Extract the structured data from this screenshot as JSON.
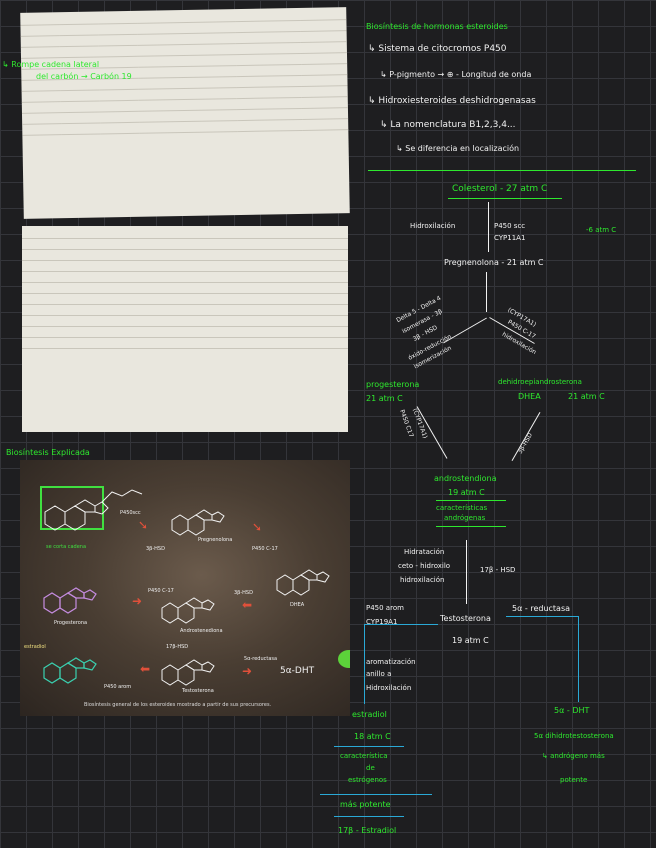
{
  "left_note": {
    "line1": "↳ Rompe cadena lateral",
    "line2": "del carbón → Carbón 19"
  },
  "biosintesis_label": "Biosíntesis Explicada",
  "right_top": {
    "title": "Biosíntesis de hormonas esteroides",
    "item1": "↳ Sistema de citocromos P450",
    "item2": "↳ P-pigmento → ⊕ - Longitud de onda",
    "item3": "↳ Hidroxiesteroides deshidrogenasas",
    "item4": "↳ La nomenclatura B1,2,3,4...",
    "item5": "↳ Se diferencia en localización"
  },
  "flow": {
    "colesterol": "Colesterol - 27 atm C",
    "hidroxilacion": "Hidroxilación",
    "enzyme1_line1": "P450 scc",
    "enzyme1_line2": "CYP11A1",
    "minus6": "-6 atm C",
    "pregnenolona": "Pregnenolona - 21 atm C",
    "left_branch_l1": "Delta 5 - Delta 4",
    "left_branch_l2": "isomerasa - 3β",
    "left_branch_l3": "3β - HSD",
    "left_branch_l4": "óxido-reducción",
    "left_branch_l5": "isomerización",
    "right_branch_l1": "(CYP17A1)",
    "right_branch_l2": "P450 C-17",
    "right_branch_l3": "hidroxilación",
    "progesterona": "progesterona",
    "progesterona_atm": "21 atm C",
    "prog_enzyme_l1": "(CYP17A1)",
    "prog_enzyme_l2": "P450 C17",
    "dhea_name": "dehidroepiandrosterona",
    "dhea": "DHEA",
    "dhea_atm": "21 atm C",
    "dhea_enzyme": "3β-HSD",
    "androstenediona": "androstendiona",
    "andro_atm": "19 atm C",
    "andro_char_l1": "características",
    "andro_char_l2": "andrógenas",
    "hidratacion_l1": "Hidratación",
    "hidratacion_l2": "ceto - hidroxilo",
    "hidratacion_l3": "hidroxilación",
    "hsd17": "17β - HSD",
    "p450arom_l1": "P450 arom",
    "p450arom_l2": "CYP19A1",
    "testosterona": "Testosterona",
    "testo_atm": "19 atm C",
    "reductasa": "5α - reductasa",
    "arom_l1": "aromatización",
    "arom_l2": "anillo a",
    "arom_l3": "Hidroxilación",
    "estradiol": "estradiol",
    "estradiol_atm": "18 atm C",
    "estr_char_l1": "característica",
    "estr_char_l2": "de",
    "estr_char_l3": "estrógenos",
    "mas_potente": "más potente",
    "estradiol17": "17β - Estradiol",
    "dht": "5α - DHT",
    "dht_l1": "5α dihidrotestosterona",
    "dht_l2": "↳ andrógeno más",
    "dht_l3": "potente"
  },
  "photo": {
    "caption": "Biosíntesis general de los esteroides mostrado a partir de sus precursores.",
    "pregnenolona": "Pregnenolona",
    "progesterona": "Progesterona",
    "dhea": "DHEA",
    "androstenediona": "Androstenediona",
    "testosterona": "Testosterona",
    "estradiol": "estradiol",
    "dht": "5α-DHT",
    "p450scc": "P450scc",
    "hsd1": "3β-HSD",
    "c17a": "P450 C-17",
    "c17b": "P450 C-17",
    "hsd2": "3β-HSD",
    "hsd17": "17β-HSD",
    "arom": "P450 arom",
    "red": "5α-reductasa",
    "cut_label": "se corta cadena"
  }
}
